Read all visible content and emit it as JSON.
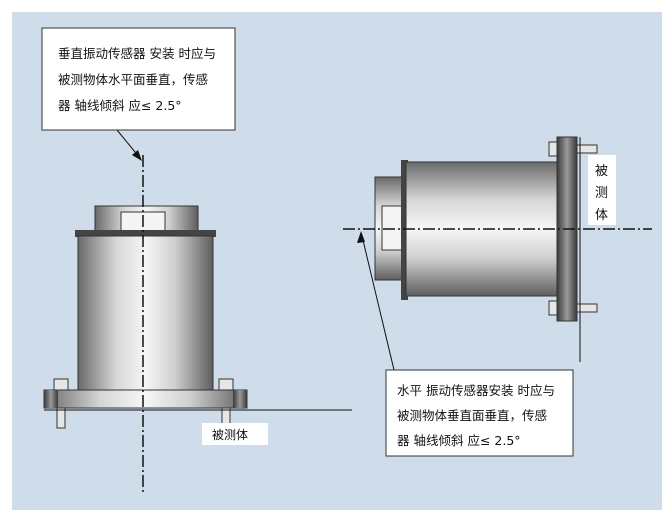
{
  "colors": {
    "frame_bg": "#cfdcea",
    "metal_dark": "#6f6f6f",
    "metal_light": "#f2f2f2",
    "line": "#111111",
    "label_bg": "#ffffff"
  },
  "vertical_note": {
    "lines": [
      "垂直振动传感器 安装 时应与",
      "被测物体水平面垂直，传感",
      "器 轴线倾斜 应≤ 2.5°"
    ]
  },
  "vertical_surface_label": "被测体",
  "horizontal_surface_label": [
    "被",
    "测",
    "体"
  ],
  "horizontal_note": {
    "lines": [
      "水平 振动传感器安装 时应与",
      "被测物体垂直面垂直，传感",
      "器 轴线倾斜  应≤ 2.5°"
    ]
  }
}
